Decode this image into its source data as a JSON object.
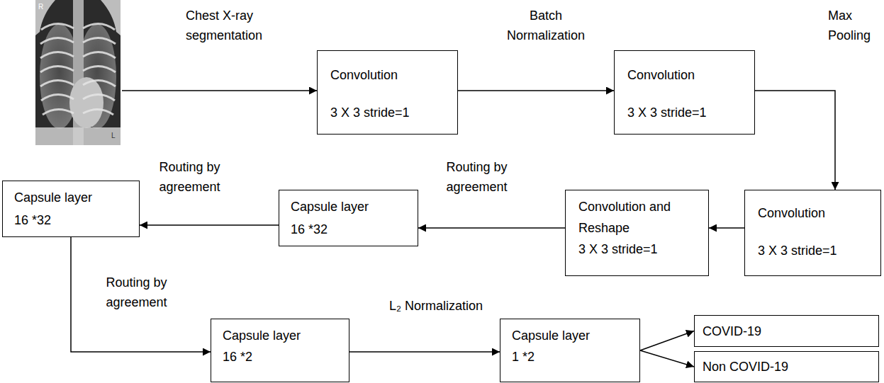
{
  "diagram": {
    "nodes": [
      {
        "text": [
          "Convolution",
          "3 X 3 stride=1"
        ]
      },
      {
        "text": [
          "Convolution",
          "3 X 3 stride=1"
        ]
      },
      {
        "text": [
          "Convolution",
          "3 X 3 stride=1"
        ]
      },
      {
        "text": [
          "Convolution and Reshape",
          "3 X 3 stride=1"
        ]
      },
      {
        "text": [
          "Capsule layer",
          "16 *32"
        ]
      },
      {
        "text": [
          "Capsule layer",
          "16 *32"
        ]
      },
      {
        "text": [
          "Capsule layer",
          "16 *2"
        ]
      },
      {
        "text": [
          "Capsule layer",
          "1 *2"
        ]
      },
      {
        "text": [
          "COVID-19"
        ]
      },
      {
        "text": [
          "Non COVID-19"
        ]
      }
    ],
    "edges": [
      {
        "from": 0,
        "to": 1,
        "arrow": "to",
        "label": "Batch Normalization"
      },
      {
        "from": 1,
        "to": 2,
        "arrow": "to",
        "label": "Max Pooling"
      },
      {
        "from": 2,
        "to": 3,
        "arrow": "to"
      },
      {
        "from": 3,
        "to": 4,
        "arrow": "to",
        "label": "Routing by agreement"
      },
      {
        "from": 4,
        "to": 5,
        "arrow": "to",
        "label": "Routing by agreement"
      },
      {
        "from": 5,
        "to": 6,
        "arrow": "to",
        "label": "Routing by agreement"
      },
      {
        "from": 6,
        "to": 7,
        "arrow": "to",
        "label": "L₂ Normalization"
      },
      {
        "from": 7,
        "to": 8,
        "arrow": "to"
      },
      {
        "from": 7,
        "to": 9,
        "arrow": "to"
      }
    ],
    "labels": [
      "R",
      "Chest X-ray segmentation",
      "L"
    ]
  }
}
